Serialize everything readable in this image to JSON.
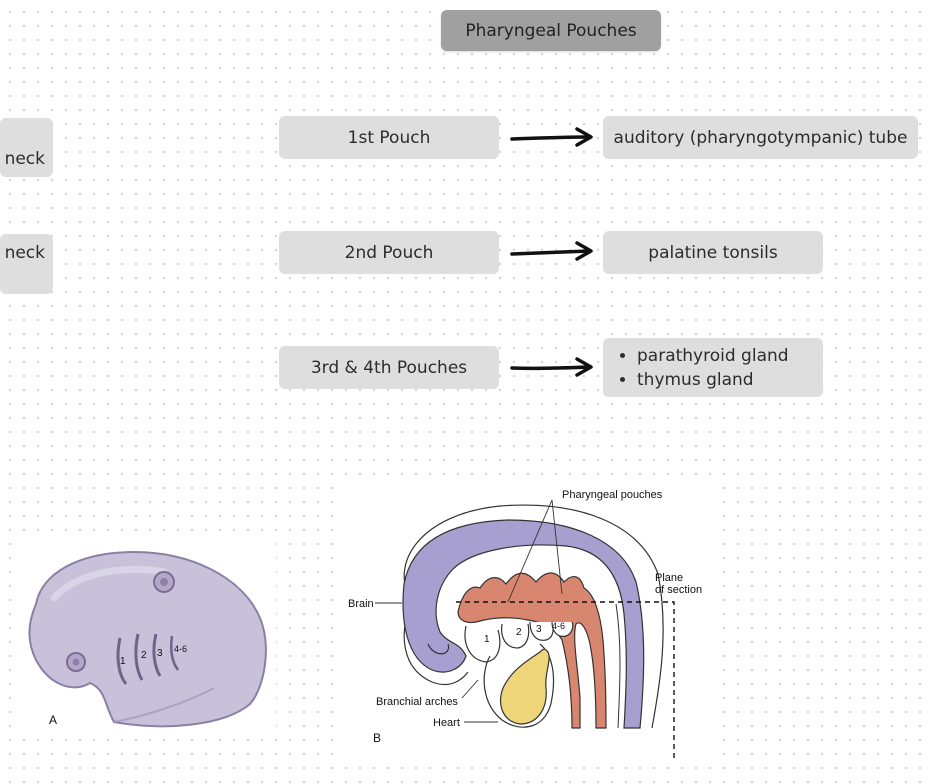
{
  "title": "Pharyngeal Pouches",
  "left_partial": [
    "neck",
    "e neck"
  ],
  "rows": [
    {
      "pouch": "1st Pouch",
      "derivative": "auditory (pharyngotympanic) tube"
    },
    {
      "pouch": "2nd Pouch",
      "derivative": "palatine tonsils"
    },
    {
      "pouch": "3rd & 4th Pouches",
      "derivatives": [
        "parathyroid gland",
        "thymus gland"
      ]
    }
  ],
  "figure_a": {
    "label": "A",
    "numbers": [
      "1",
      "2",
      "3",
      "4-6"
    ]
  },
  "figure_b": {
    "label": "B",
    "pharyngeal_pouches": "Pharyngeal pouches",
    "plane_line1": "Plane",
    "plane_line2": "of section",
    "brain": "Brain",
    "branchial_arches": "Branchial arches",
    "heart": "Heart",
    "numbers": [
      "1",
      "2",
      "3",
      "4-6"
    ]
  },
  "colors": {
    "box": "#dedede",
    "title_box": "#a0a0a0",
    "brain": "#a79fd0",
    "pouch": "#d98670",
    "heart": "#efd57a"
  }
}
